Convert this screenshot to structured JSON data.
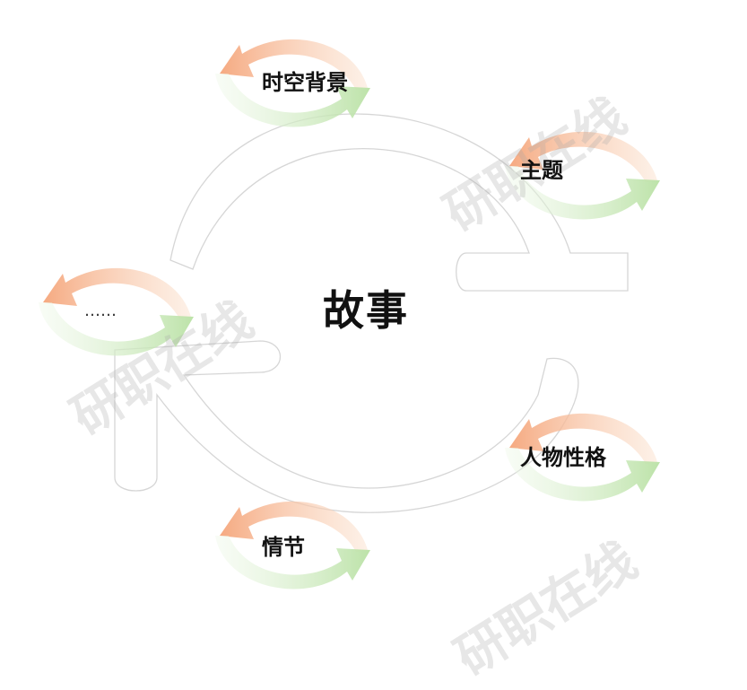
{
  "center": "故事",
  "nodes": [
    {
      "label": "时空背景"
    },
    {
      "label": "主题"
    },
    {
      "label": "人物性格"
    },
    {
      "label": "情节"
    },
    {
      "label": "……"
    }
  ],
  "watermark": "研职在线",
  "colors": {
    "arrow_orange": "#f6b98f",
    "arrow_green": "#c9e7b8",
    "outline": "#d8d8d8"
  }
}
